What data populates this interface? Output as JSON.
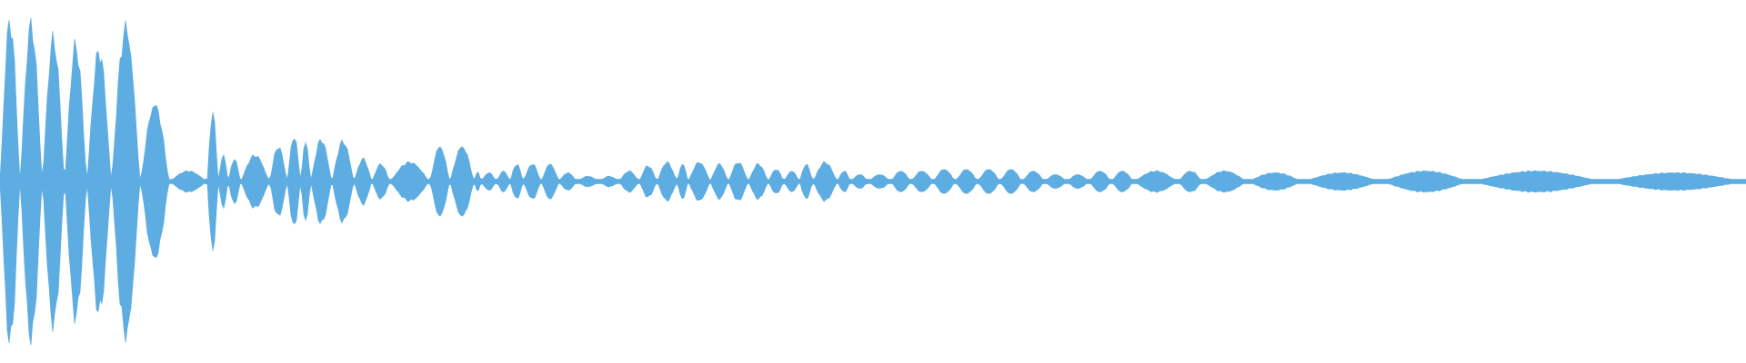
{
  "waveform": {
    "color": "#5dade2",
    "background": "#ffffff",
    "channels": 1,
    "envelope_peaks": [
      0.92,
      0.9,
      0.82,
      0.78,
      0.75,
      0.88,
      0.44,
      0.06,
      0.4,
      0.15,
      0.13,
      0.15,
      0.2,
      0.26,
      0.23,
      0.24,
      0.23,
      0.13,
      0.1,
      0.11,
      0.2,
      0.2,
      0.06,
      0.05,
      0.06,
      0.1,
      0.1,
      0.1,
      0.05,
      0.03,
      0.03,
      0.06,
      0.09,
      0.11,
      0.1,
      0.11,
      0.1,
      0.11,
      0.1,
      0.07,
      0.06,
      0.1,
      0.11,
      0.06,
      0.04,
      0.04,
      0.06,
      0.06,
      0.07,
      0.07,
      0.07,
      0.07,
      0.06,
      0.04,
      0.04,
      0.06,
      0.06,
      0.06,
      0.06,
      0.06,
      0.05,
      0.05,
      0.06,
      0.06,
      0.05
    ]
  }
}
